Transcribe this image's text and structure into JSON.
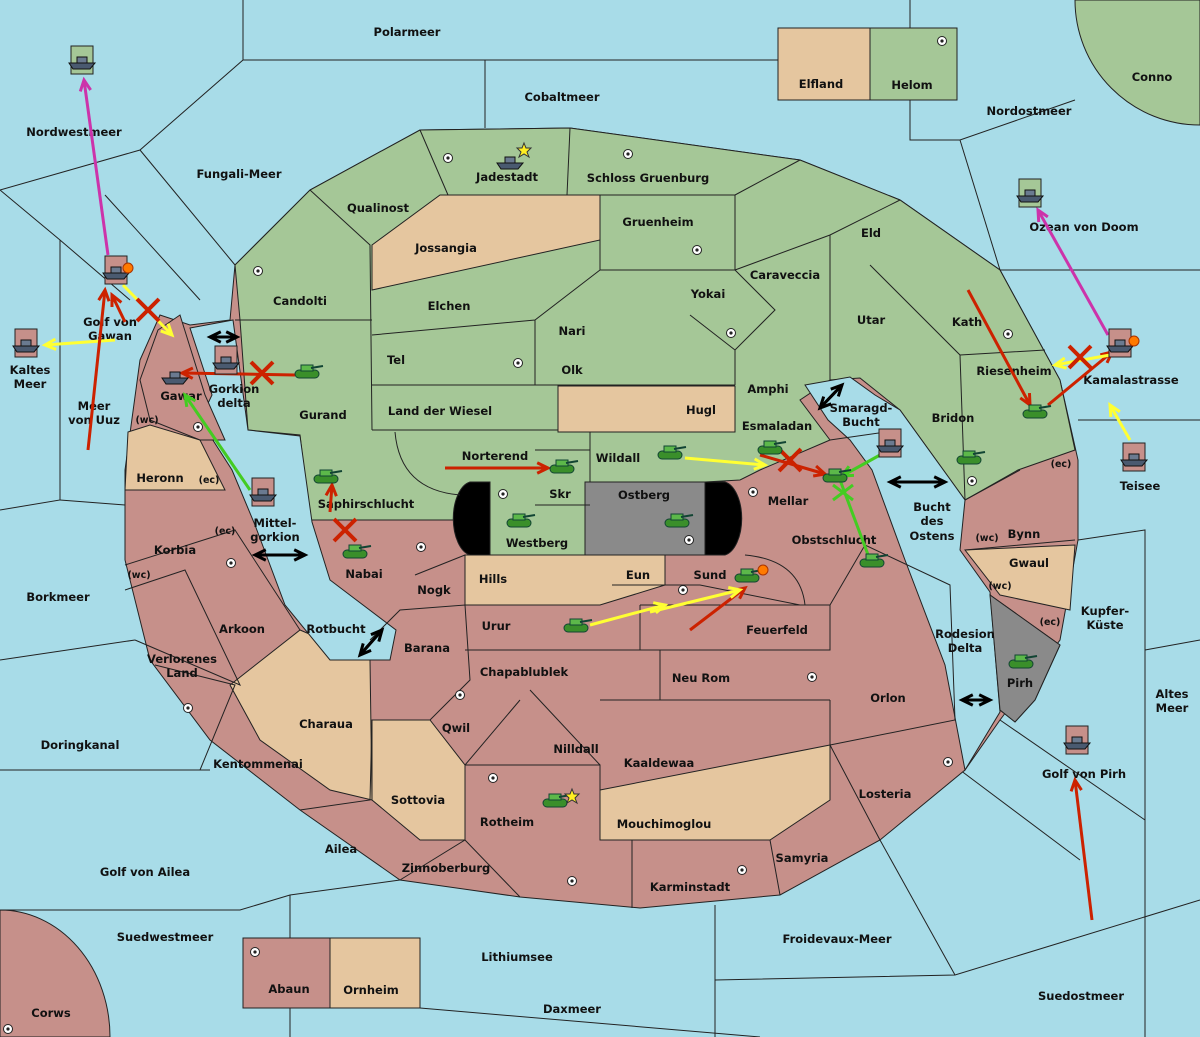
{
  "colors": {
    "sea": "#a8dce8",
    "green_power": "#a5c797",
    "pink_power": "#c6908a",
    "neutral": "#e5c69f",
    "impassable": "#8a8a8a",
    "lake": "#000000",
    "support": "#ffff33",
    "attack": "#cc2200",
    "convoy": "#cc33aa",
    "hold_support": "#44cc22"
  },
  "labels": {
    "polarmeer": "Polarmeer",
    "cobaltmeer": "Cobaltmeer",
    "elfland": "Elfland",
    "helom": "Helom",
    "conno": "Conno",
    "nordostmeer": "Nordostmeer",
    "nordwestmeer": "Nordwestmeer",
    "fungali": "Fungali-Meer",
    "jadestadt": "Jadestadt",
    "schloss": "Schloss Gruenburg",
    "qualinost": "Qualinost",
    "gruenheim": "Gruenheim",
    "ozean": "Ozean von Doom",
    "eld": "Eld",
    "jossangia": "Jossangia",
    "caraveccia": "Caraveccia",
    "candolti": "Candolti",
    "elchen": "Elchen",
    "yokai": "Yokai",
    "golf_gawan": [
      "Golf von",
      "Gawan"
    ],
    "utar": "Utar",
    "kath": "Kath",
    "nari": "Nari",
    "tel": "Tel",
    "olk": "Olk",
    "kaltes": [
      "Kaltes",
      "Meer"
    ],
    "riesenheim": "Riesenheim",
    "kamalastrasse": "Kamalastrasse",
    "gorkion": [
      "Gorkion",
      "delta"
    ],
    "gawar": "Gawar",
    "amphi": "Amphi",
    "uuz": [
      "Meer",
      "von Uuz"
    ],
    "gurand": "Gurand",
    "wiesel": "Land der Wiesel",
    "hugl": "Hugl",
    "smaragd": [
      "Smaragd-",
      "Bucht"
    ],
    "bridon": "Bridon",
    "esmaladan": "Esmaladan",
    "norterend": "Norterend",
    "wildall": "Wildall",
    "teisee": "Teisee",
    "heronn": "Heronn",
    "skr": "Skr",
    "ostberg": "Ostberg",
    "mellar": "Mellar",
    "saphir": "Saphirschlucht",
    "bucht_ostens": [
      "Bucht",
      "des",
      "Ostens"
    ],
    "mittelgorkion": [
      "Mittel-",
      "gorkion"
    ],
    "bynn": "Bynn",
    "westberg": "Westberg",
    "obstschlucht": "Obstschlucht",
    "korbia": "Korbia",
    "nabai": "Nabai",
    "gwaul": "Gwaul",
    "hills": "Hills",
    "eun": "Eun",
    "sund": "Sund",
    "nogk": "Nogk",
    "borkmeer": "Borkmeer",
    "kupfer": [
      "Kupfer-",
      "Küste"
    ],
    "urur": "Urur",
    "feuerfeld": "Feuerfeld",
    "rotbucht": "Rotbucht",
    "arkoon": "Arkoon",
    "rodesion": [
      "Rodesion",
      "Delta"
    ],
    "barana": "Barana",
    "verlorenes": [
      "Verlorenes",
      "Land"
    ],
    "chapablublek": "Chapablublek",
    "neurom": "Neu Rom",
    "pirh": "Pirh",
    "orlon": "Orlon",
    "altes": [
      "Altes",
      "Meer"
    ],
    "charaua": "Charaua",
    "qwil": "Qwil",
    "doringkanal": "Doringkanal",
    "nilldall": "Nilldall",
    "kaaldewaa": "Kaaldewaa",
    "kentommenai": "Kentommenai",
    "golf_pirh": "Golf von Pirh",
    "losteria": "Losteria",
    "sottovia": "Sottovia",
    "rotheim": "Rotheim",
    "mouchimoglou": "Mouchimoglou",
    "ailea": "Ailea",
    "samyria": "Samyria",
    "zinnoberburg": "Zinnoberburg",
    "golf_ailea": "Golf von Ailea",
    "karminstadt": "Karminstadt",
    "suedwestmeer": "Suedwestmeer",
    "froidevaux": "Froidevaux-Meer",
    "lithiumsee": "Lithiumsee",
    "abaun": "Abaun",
    "ornheim": "Ornheim",
    "suedostmeer": "Suedostmeer",
    "daxmeer": "Daxmeer",
    "corws": "Corws",
    "wc": "(wc)",
    "ec": "(ec)"
  },
  "icons": {
    "army": "tank-icon",
    "fleet": "ship-icon",
    "supply_center": "supply-center-icon",
    "capital": "star-icon",
    "dislodged": "explosion-icon",
    "failed": "x-mark-icon"
  }
}
